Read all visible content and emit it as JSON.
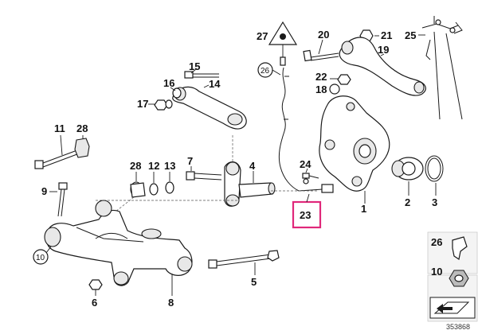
{
  "diagram": {
    "labels": {
      "p1": "1",
      "p2": "2",
      "p3": "3",
      "p4": "4",
      "p5": "5",
      "p6": "6",
      "p7": "7",
      "p8": "8",
      "p9": "9",
      "p10": "10",
      "p11": "11",
      "p12": "12",
      "p13": "13",
      "p14": "14",
      "p15": "15",
      "p16": "16",
      "p17": "17",
      "p18": "18",
      "p19": "19",
      "p20": "20",
      "p21": "21",
      "p22": "22",
      "p23": "23",
      "p24": "24",
      "p25": "25",
      "p26": "26",
      "p27": "27",
      "p28a": "28",
      "p28b": "28"
    },
    "callouts": {
      "c10": "10",
      "c26": "26"
    },
    "legend": {
      "item26": "26",
      "item10": "10"
    },
    "ref_number": "353868",
    "highlight_color": "#e0287a"
  }
}
